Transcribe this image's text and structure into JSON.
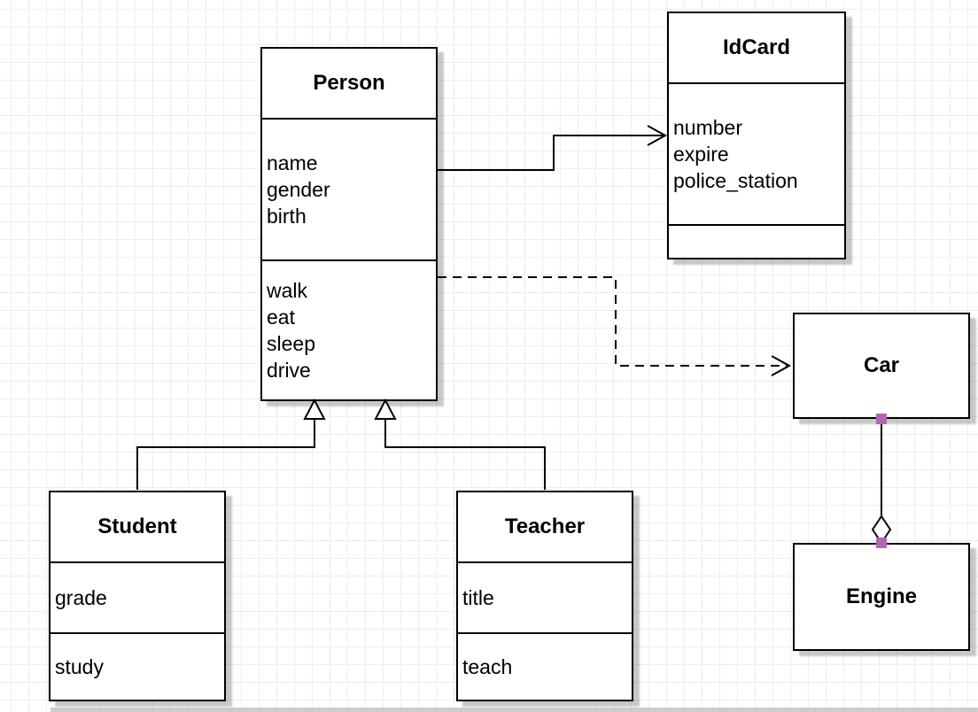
{
  "classes": {
    "person": {
      "name": "Person",
      "attributes": [
        "name",
        "gender",
        "birth"
      ],
      "methods": [
        "walk",
        "eat",
        "sleep",
        "drive"
      ]
    },
    "idcard": {
      "name": "IdCard",
      "attributes": [
        "number",
        "expire",
        "police_station"
      ],
      "methods": []
    },
    "car": {
      "name": "Car",
      "attributes": [],
      "methods": []
    },
    "engine": {
      "name": "Engine",
      "attributes": [],
      "methods": []
    },
    "student": {
      "name": "Student",
      "attributes": [
        "grade"
      ],
      "methods": [
        "study"
      ]
    },
    "teacher": {
      "name": "Teacher",
      "attributes": [
        "title"
      ],
      "methods": [
        "teach"
      ]
    }
  },
  "relationships": [
    {
      "from": "Person",
      "to": "IdCard",
      "type": "association",
      "line": "solid",
      "arrow": "open-arrow"
    },
    {
      "from": "Person",
      "to": "Car",
      "type": "dependency",
      "line": "dashed",
      "arrow": "open-arrow"
    },
    {
      "from": "Student",
      "to": "Person",
      "type": "generalization",
      "line": "solid",
      "arrow": "hollow-triangle"
    },
    {
      "from": "Teacher",
      "to": "Person",
      "type": "generalization",
      "line": "solid",
      "arrow": "hollow-triangle"
    },
    {
      "from": "Car",
      "to": "Engine",
      "type": "aggregation",
      "line": "solid",
      "arrow": "hollow-diamond"
    }
  ],
  "colors": {
    "stroke": "#000000",
    "class_fill": "#ffffff",
    "grid_line": "#ededed",
    "connection_point": "#b266b2",
    "page_edge": "#cccccc"
  }
}
